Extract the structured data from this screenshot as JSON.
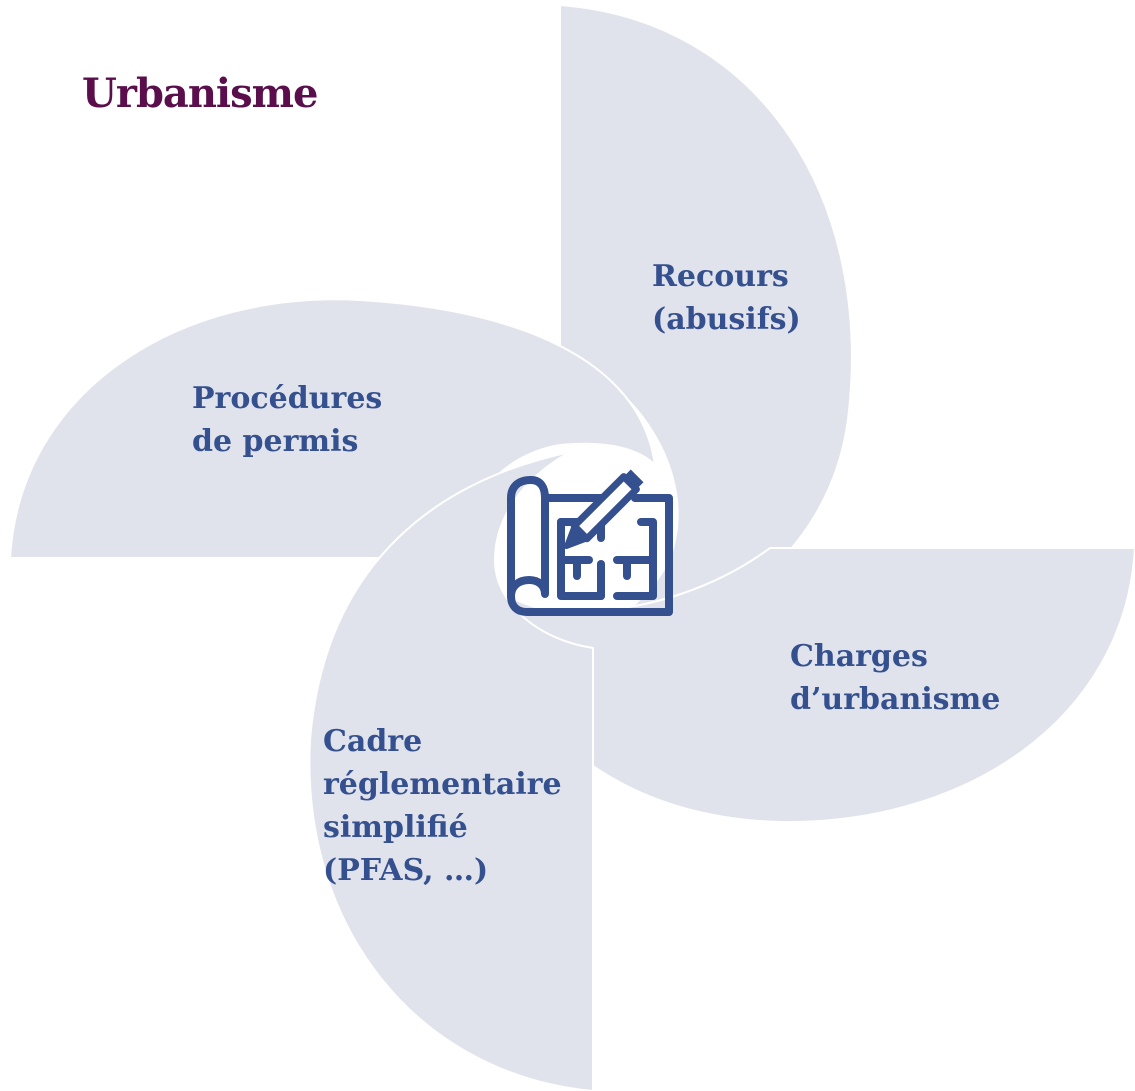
{
  "title": "Urbanisme",
  "diagram": {
    "center_icon": "blueprint-pencil-icon",
    "segments": [
      {
        "id": "recours",
        "lines": [
          "Recours",
          "(abusifs)"
        ]
      },
      {
        "id": "procedures",
        "lines": [
          "Procédures",
          "de permis"
        ]
      },
      {
        "id": "charges",
        "lines": [
          "Charges",
          "d’urbanisme"
        ]
      },
      {
        "id": "cadre",
        "lines": [
          "Cadre",
          "réglementaire",
          "simplifié",
          "(PFAS, …)"
        ]
      }
    ]
  },
  "colors": {
    "title": "#5a0f4c",
    "label": "#35508e",
    "segment_fill": "#e0e3ec",
    "icon": "#35508e"
  }
}
